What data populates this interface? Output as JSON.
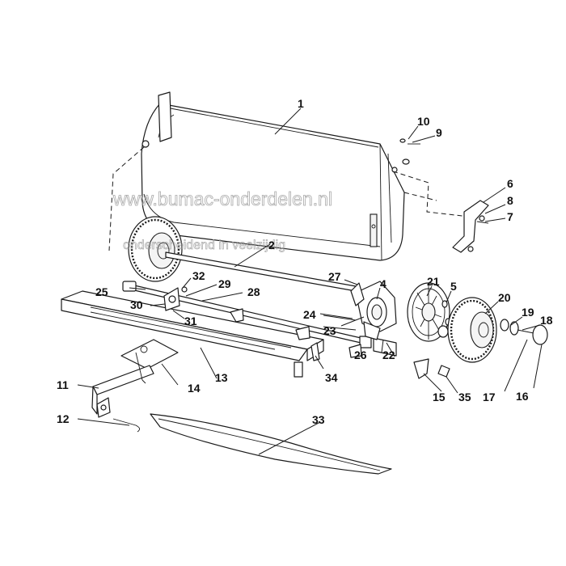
{
  "watermark": {
    "url": "www.bumac-onderdelen.nl",
    "slogan": "onderscheidend in veelzijdig"
  },
  "part_numbers": [
    "1",
    "2",
    "4",
    "5",
    "6",
    "7",
    "8",
    "9",
    "10",
    "11",
    "12",
    "13",
    "14",
    "15",
    "16",
    "17",
    "18",
    "19",
    "20",
    "21",
    "22",
    "23",
    "24",
    "25",
    "26",
    "27",
    "28",
    "29",
    "30",
    "31",
    "32",
    "33",
    "34",
    "35"
  ]
}
